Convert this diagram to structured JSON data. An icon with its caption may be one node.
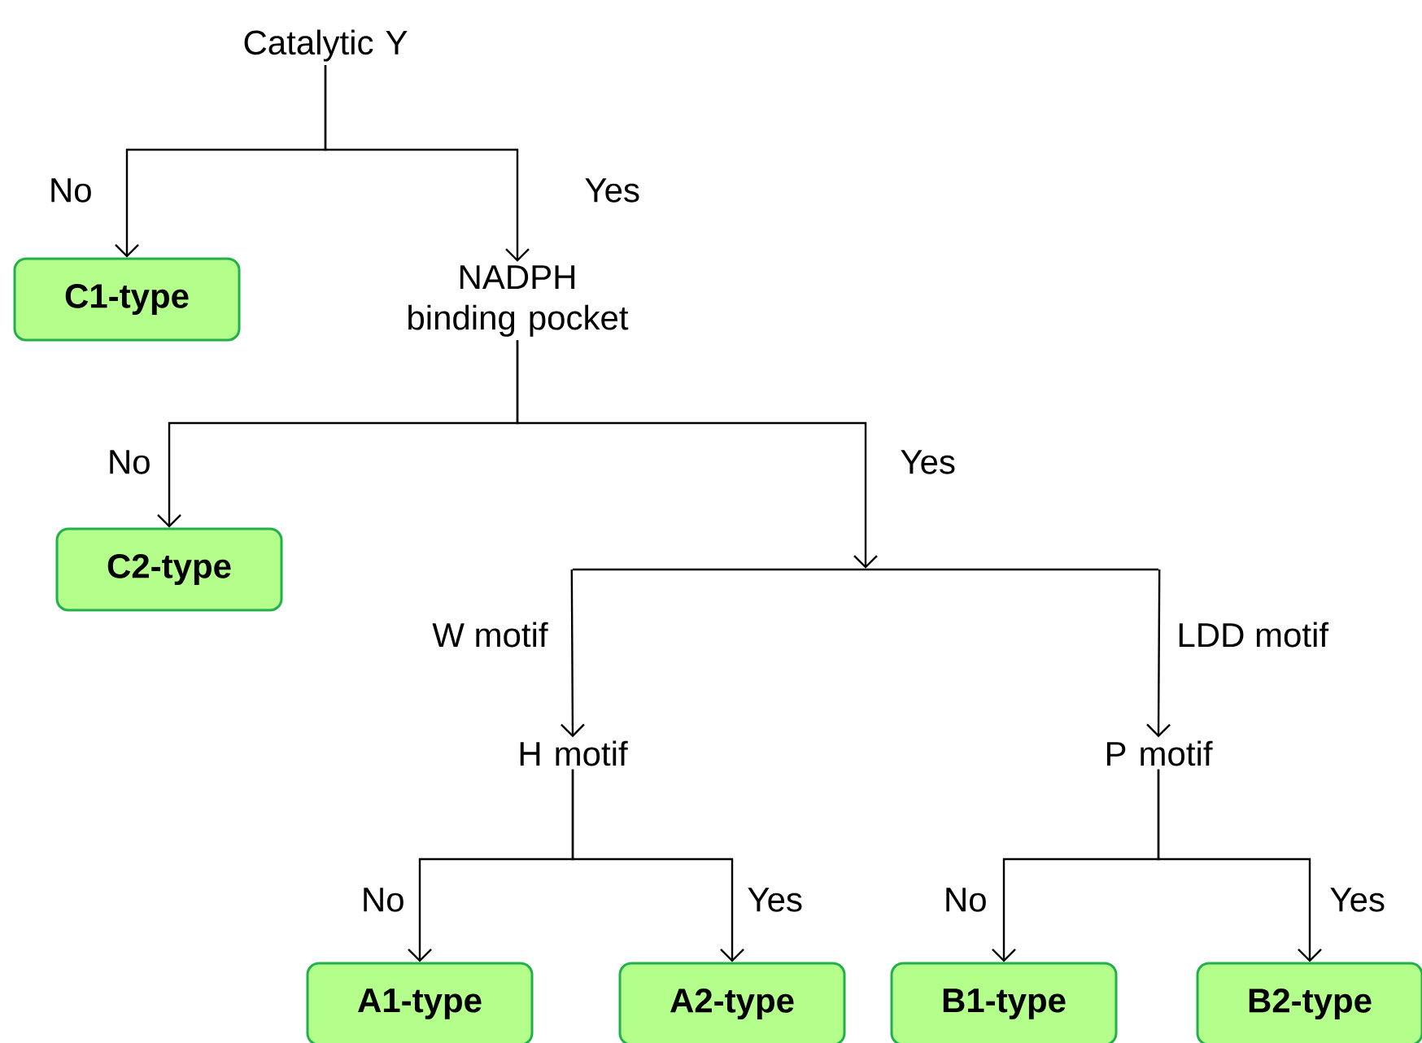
{
  "diagram": {
    "nodes": [
      {
        "text": [
          "Catalytic Y"
        ]
      },
      {
        "text": [
          "C1-type"
        ]
      },
      {
        "text": [
          "NADPH binding pocket"
        ]
      },
      {
        "text": [
          "C2-type"
        ]
      },
      {
        "text": [],
        "shape": "bar"
      },
      {
        "text": [
          "H motif"
        ]
      },
      {
        "text": [
          "P motif"
        ]
      },
      {
        "text": [
          "A1-type"
        ]
      },
      {
        "text": [
          "A2-type"
        ]
      },
      {
        "text": [
          "B1-type"
        ]
      },
      {
        "text": [
          "B2-type"
        ]
      }
    ],
    "edges": [
      {
        "from": 0,
        "to": 1,
        "arrow": "to",
        "label": "No"
      },
      {
        "from": 0,
        "to": 2,
        "arrow": "to",
        "label": "Yes"
      },
      {
        "from": 2,
        "to": 3,
        "arrow": "to",
        "label": "No"
      },
      {
        "from": 2,
        "to": 4,
        "arrow": "to",
        "label": "Yes"
      },
      {
        "from": 4,
        "to": 5,
        "arrow": "to",
        "label": "W motif"
      },
      {
        "from": 4,
        "to": 6,
        "arrow": "to",
        "label": "LDD motif"
      },
      {
        "from": 5,
        "to": 7,
        "arrow": "to",
        "label": "No"
      },
      {
        "from": 5,
        "to": 8,
        "arrow": "to",
        "label": "Yes"
      },
      {
        "from": 6,
        "to": 9,
        "arrow": "to",
        "label": "No"
      },
      {
        "from": 6,
        "to": 10,
        "arrow": "to",
        "label": "Yes"
      }
    ]
  }
}
